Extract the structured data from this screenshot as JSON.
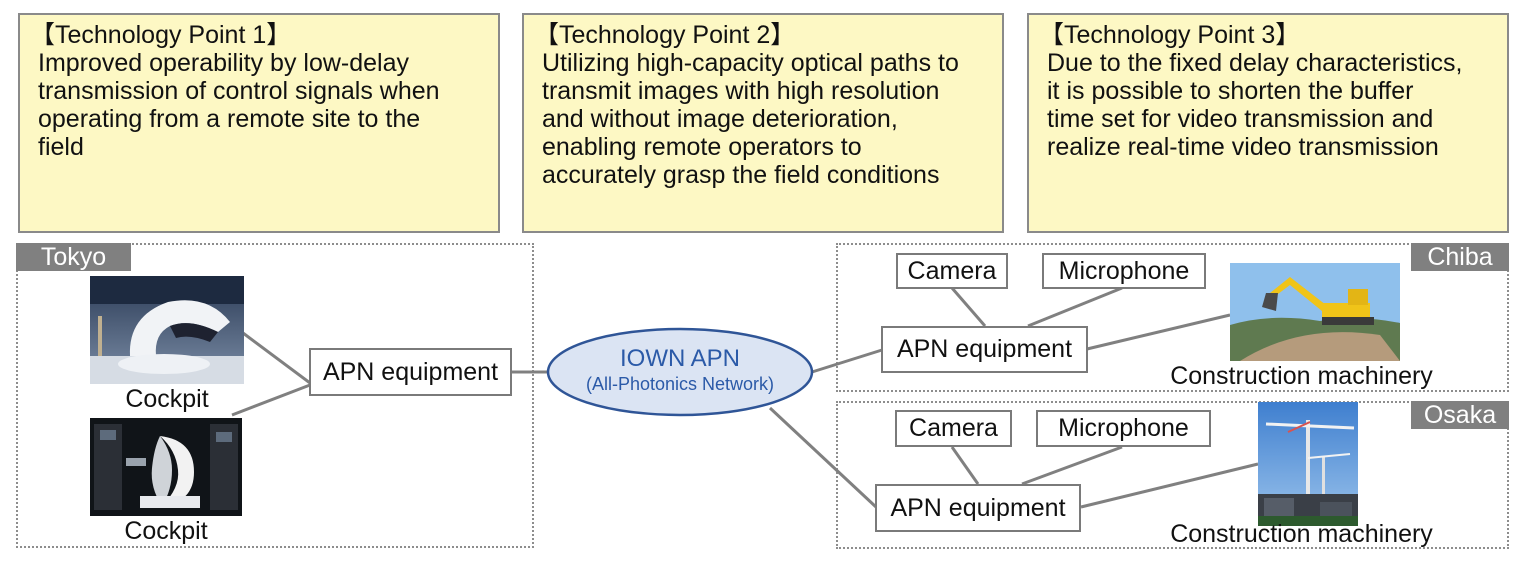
{
  "tech_points": [
    {
      "title": "【Technology Point 1】",
      "lines": [
        "Improved operability by low-delay",
        "transmission of control signals when",
        "operating from a remote site to the",
        "field"
      ]
    },
    {
      "title": "【Technology Point 2】",
      "lines": [
        "Utilizing high-capacity optical paths to",
        "transmit images with high resolution",
        "and without image deterioration,",
        "enabling remote operators to",
        "accurately grasp the field conditions"
      ]
    },
    {
      "title": "【Technology Point 3】",
      "lines": [
        "Due to the fixed delay characteristics,",
        "it is possible to shorten the buffer",
        "time set for video transmission and",
        "realize real-time video transmission"
      ]
    }
  ],
  "regions": {
    "tokyo": "Tokyo",
    "chiba": "Chiba",
    "osaka": "Osaka"
  },
  "tokyo": {
    "cockpit_top_caption": "Cockpit",
    "cockpit_bottom_caption": "Cockpit",
    "apn_equipment": "APN equipment"
  },
  "iown": {
    "title": "IOWN APN",
    "subtitle": "(All-Photonics Network)"
  },
  "chiba": {
    "camera": "Camera",
    "microphone": "Microphone",
    "apn_equipment": "APN equipment",
    "machinery_caption": "Construction machinery"
  },
  "osaka": {
    "camera": "Camera",
    "microphone": "Microphone",
    "apn_equipment": "APN equipment",
    "machinery_caption": "Construction machinery"
  },
  "colors": {
    "point_box_fill": "#fdf8c4",
    "ellipse_fill": "#dbe4f3",
    "ellipse_stroke": "#2f5597",
    "ellipse_text": "#2b5aa8",
    "region_label_bg": "#808080"
  }
}
